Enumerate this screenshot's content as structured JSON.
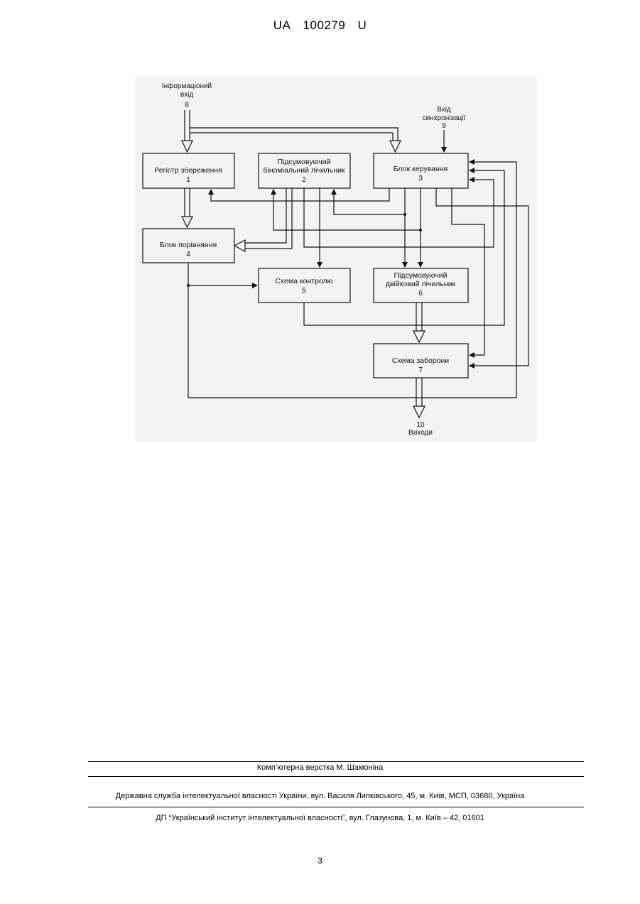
{
  "header": {
    "country": "UA",
    "number": "100279",
    "kind": "U"
  },
  "diagram": {
    "inputs": {
      "info_line1": "Інформаціоний",
      "info_line2": "вхід",
      "info_num": "8",
      "sync_line1": "Вхід",
      "sync_line2": "синхронізації",
      "sync_num": "9"
    },
    "blocks": [
      {
        "id": "b1",
        "lines": [
          "Регістр збереження"
        ],
        "num": "1"
      },
      {
        "id": "b2",
        "lines": [
          "Підсумовуючий",
          "біноміальний лічильник"
        ],
        "num": "2"
      },
      {
        "id": "b3",
        "lines": [
          "Блок керування"
        ],
        "num": "3"
      },
      {
        "id": "b4",
        "lines": [
          "Блок порівняння"
        ],
        "num": "4"
      },
      {
        "id": "b5",
        "lines": [
          "Схема контролю"
        ],
        "num": "5"
      },
      {
        "id": "b6",
        "lines": [
          "Підсумовуючий",
          "двійковий лічильник"
        ],
        "num": "6"
      },
      {
        "id": "b7",
        "lines": [
          "Схема заборони"
        ],
        "num": "7"
      }
    ],
    "output": {
      "num": "10",
      "label": "Виходи"
    }
  },
  "footer": {
    "layout_credit": "Комп’ютерна верстка М. Шамоніна",
    "agency": "Державна служба інтелектуальної власності України, вул. Василя Липківського, 45, м. Київ, МСП, 03680, Україна",
    "institute": "ДП “Український інститут інтелектуальної власності”, вул. Глазунова, 1, м. Київ – 42, 01601"
  },
  "page_number": "3"
}
